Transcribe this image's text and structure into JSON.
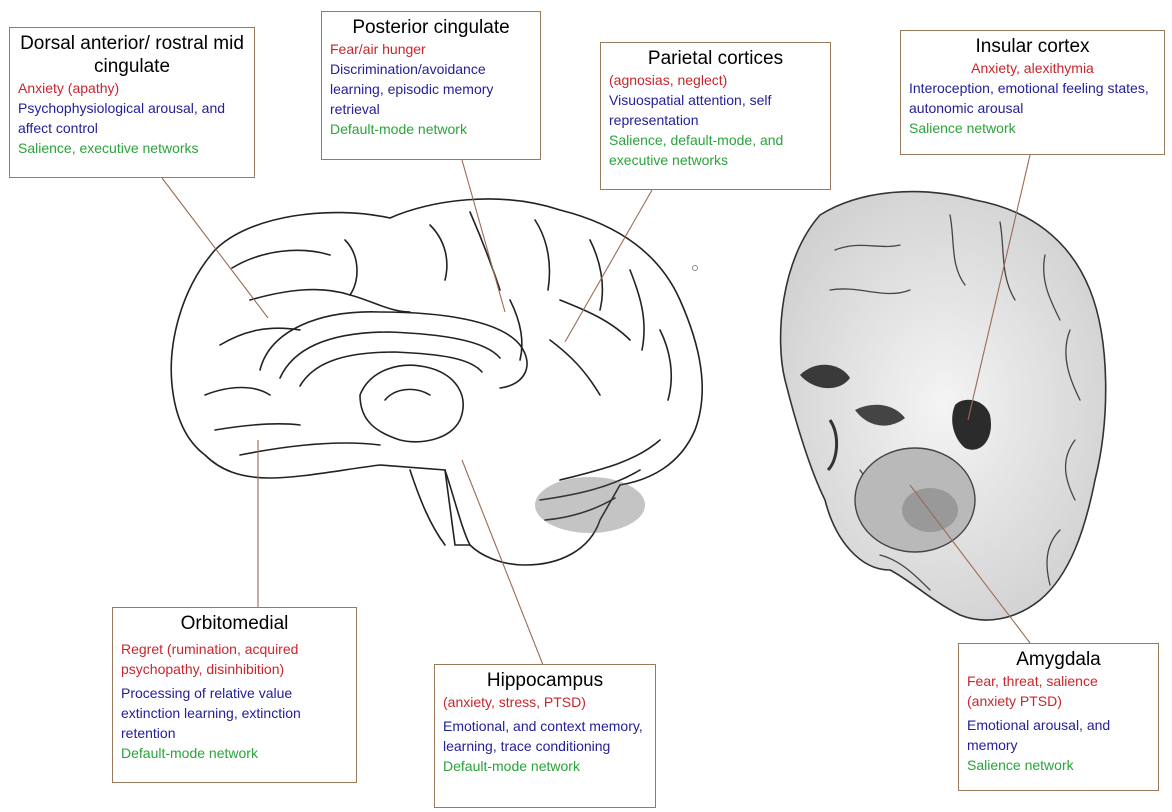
{
  "regions": {
    "dorsal": {
      "title": "Dorsal anterior/ rostral mid cingulate",
      "lines": [
        {
          "text": "Anxiety (apathy)",
          "color": "red"
        },
        {
          "text": "Psychophysiological arousal, and affect control",
          "color": "blue"
        },
        {
          "text": "Salience, executive networks",
          "color": "green"
        }
      ]
    },
    "posterior": {
      "title": "Posterior cingulate",
      "lines": [
        {
          "text": "Fear/air hunger",
          "color": "red"
        },
        {
          "text": "Discrimination/avoidance learning, episodic memory retrieval",
          "color": "blue"
        },
        {
          "text": "Default-mode network",
          "color": "green"
        }
      ]
    },
    "parietal": {
      "title": "Parietal cortices",
      "lines": [
        {
          "text": "(agnosias, neglect)",
          "color": "red"
        },
        {
          "text": "Visuospatial attention, self representation",
          "color": "blue"
        },
        {
          "text": "Salience, default-mode, and executive networks",
          "color": "green"
        }
      ]
    },
    "insular": {
      "title": "Insular cortex",
      "lines": [
        {
          "text": "Anxiety, alexithymia",
          "color": "red"
        },
        {
          "text": "Interoception, emotional feeling states, autonomic arousal",
          "color": "blue"
        },
        {
          "text": "Salience network",
          "color": "green"
        }
      ]
    },
    "orbitomedial": {
      "title": "Orbitomedial",
      "lines": [
        {
          "text": "Regret (rumination, acquired psychopathy, disinhibition)",
          "color": "red"
        },
        {
          "text": "Processing of relative value extinction learning, extinction retention",
          "color": "blue"
        },
        {
          "text": "Default-mode network",
          "color": "green"
        }
      ]
    },
    "hippocampus": {
      "title": "Hippocampus",
      "lines": [
        {
          "text": "(anxiety, stress, PTSD)",
          "color": "red"
        },
        {
          "text": "Emotional, and context memory, learning, trace conditioning",
          "color": "blue"
        },
        {
          "text": "Default-mode network",
          "color": "green"
        }
      ]
    },
    "amygdala": {
      "title": "Amygdala",
      "lines": [
        {
          "text": "Fear, threat, salience (anxiety PTSD)",
          "color": "red"
        },
        {
          "text": "Emotional arousal, and memory",
          "color": "blue"
        },
        {
          "text": "Salience network",
          "color": "green"
        }
      ]
    }
  },
  "colors": {
    "red": "#c8262c",
    "blue": "#23209a",
    "green": "#2aa33a",
    "box_border": "#9a7a5c",
    "leader": "#9a6b52"
  }
}
